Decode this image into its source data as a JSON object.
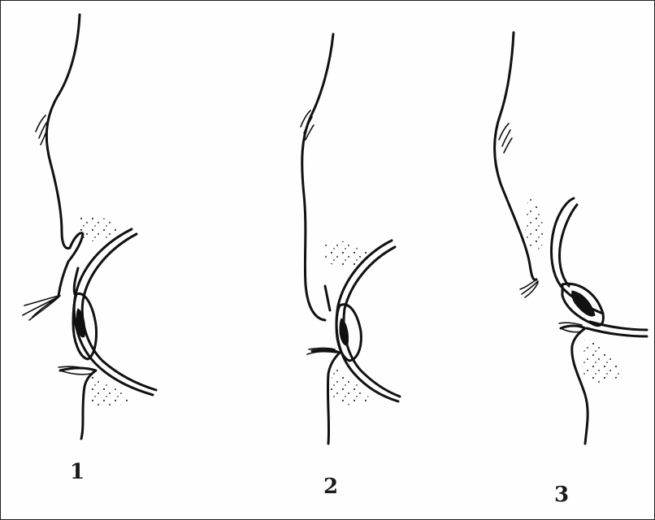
{
  "figures": [
    {
      "label": "1"
    },
    {
      "label": "2"
    },
    {
      "label": "3"
    }
  ]
}
